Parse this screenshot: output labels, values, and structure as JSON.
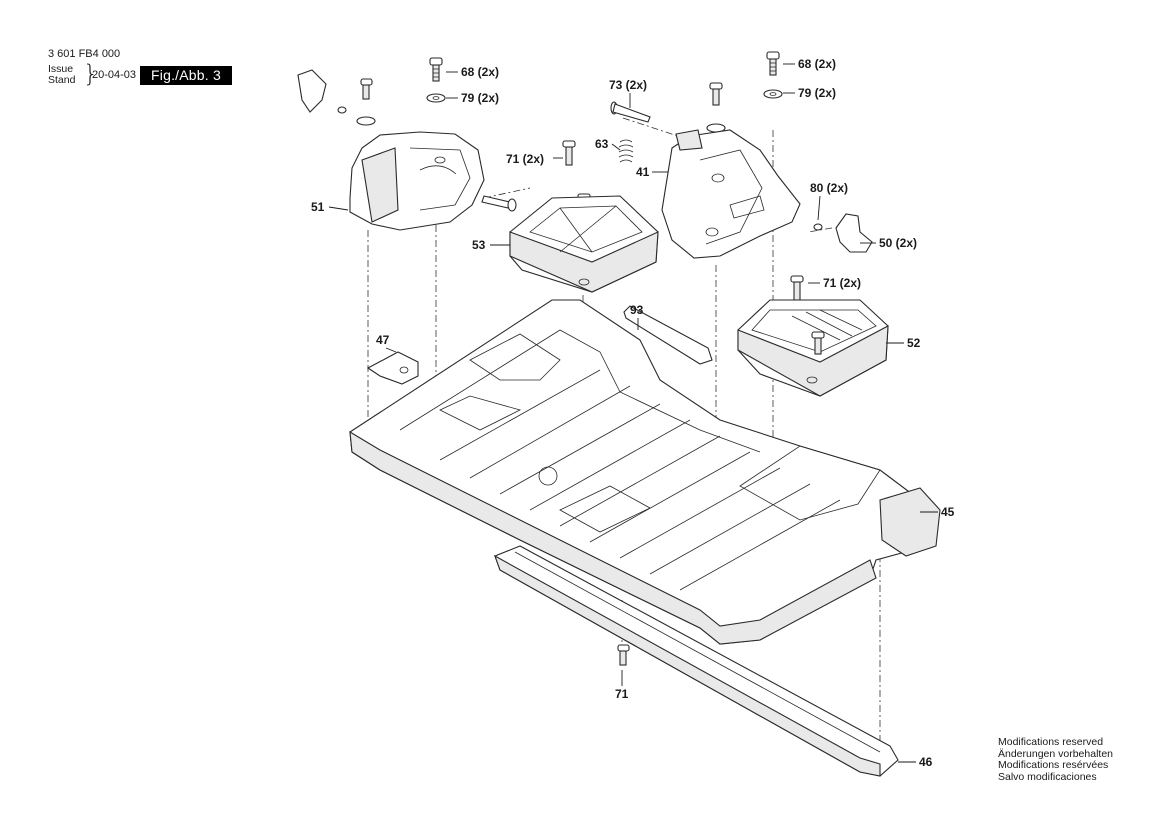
{
  "header": {
    "part_number": "3 601 FB4 000",
    "issue_label": "Issue",
    "stand_label": "Stand",
    "date": "20-04-03",
    "figure_label": "Fig./Abb. 3"
  },
  "footer": {
    "notes": [
      "Modifications reserved",
      "Änderungen vorbehalten",
      "Modifications resérvées",
      "Salvo modificaciones"
    ]
  },
  "callouts": [
    {
      "id": "c68a",
      "text": "68 (2x)"
    },
    {
      "id": "c79a",
      "text": "79 (2x)"
    },
    {
      "id": "c73",
      "text": "73 (2x)"
    },
    {
      "id": "c68b",
      "text": "68 (2x)"
    },
    {
      "id": "c79b",
      "text": "79 (2x)"
    },
    {
      "id": "c63",
      "text": "63"
    },
    {
      "id": "c71a",
      "text": "71 (2x)"
    },
    {
      "id": "c41",
      "text": "41"
    },
    {
      "id": "c80",
      "text": "80 (2x)"
    },
    {
      "id": "c51",
      "text": "51"
    },
    {
      "id": "c53",
      "text": "53"
    },
    {
      "id": "c50",
      "text": "50 (2x)"
    },
    {
      "id": "c71b",
      "text": "71 (2x)"
    },
    {
      "id": "c93",
      "text": "93"
    },
    {
      "id": "c47",
      "text": "47"
    },
    {
      "id": "c52",
      "text": "52"
    },
    {
      "id": "c45",
      "text": "45"
    },
    {
      "id": "c71c",
      "text": "71"
    },
    {
      "id": "c46",
      "text": "46"
    }
  ]
}
